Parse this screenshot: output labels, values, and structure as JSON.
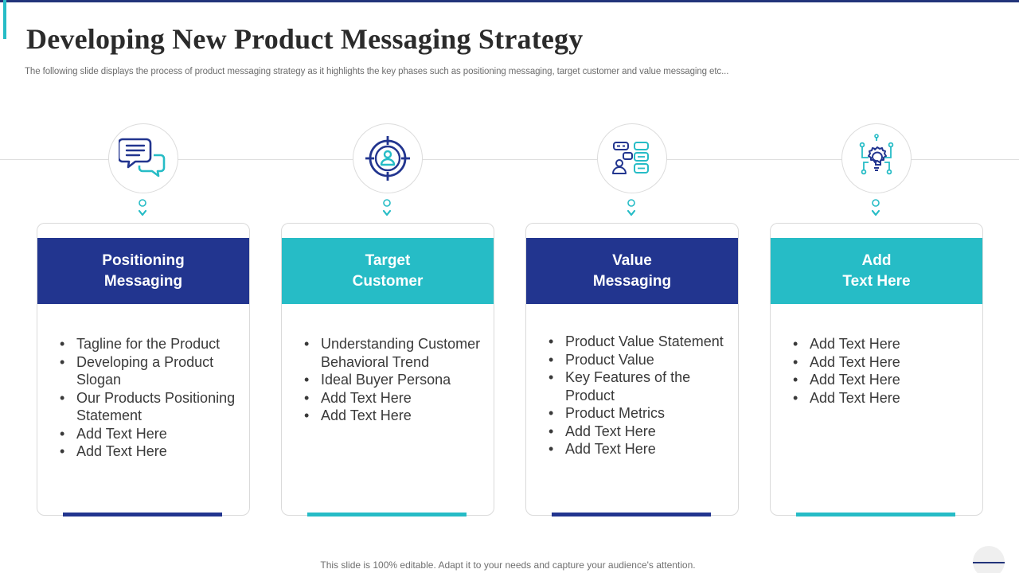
{
  "slide": {
    "title": "Developing New Product Messaging Strategy",
    "subtitle": "The following slide displays the process of product messaging strategy as it highlights the key phases such as positioning messaging, target customer and value messaging etc...",
    "footer": "This slide is 100% editable. Adapt it to your needs and capture your audience's attention."
  },
  "colors": {
    "navy": "#22358f",
    "teal": "#26bcc6"
  },
  "phases": [
    {
      "icon": "chat-bubbles-icon",
      "title_line1": "Positioning",
      "title_line2": "Messaging",
      "bullets": [
        "Tagline for the Product",
        "Developing a Product Slogan",
        "Our Products Positioning Statement",
        "Add Text Here",
        "Add Text Here"
      ]
    },
    {
      "icon": "target-customer-icon",
      "title_line1": "Target",
      "title_line2": "Customer",
      "bullets": [
        "Understanding Customer Behavioral Trend",
        "Ideal Buyer Persona",
        "Add Text Here",
        "Add Text Here"
      ]
    },
    {
      "icon": "conversation-messages-icon",
      "title_line1": "Value",
      "title_line2": "Messaging",
      "bullets": [
        "Product Value Statement",
        "Product Value",
        "Key Features of the Product",
        "Product Metrics",
        "Add Text Here",
        "Add Text Here"
      ]
    },
    {
      "icon": "idea-bulb-circuit-icon",
      "title_line1": "Add",
      "title_line2": "Text Here",
      "bullets": [
        "Add Text Here",
        "Add Text Here",
        "Add Text Here",
        "Add Text Here"
      ]
    }
  ]
}
